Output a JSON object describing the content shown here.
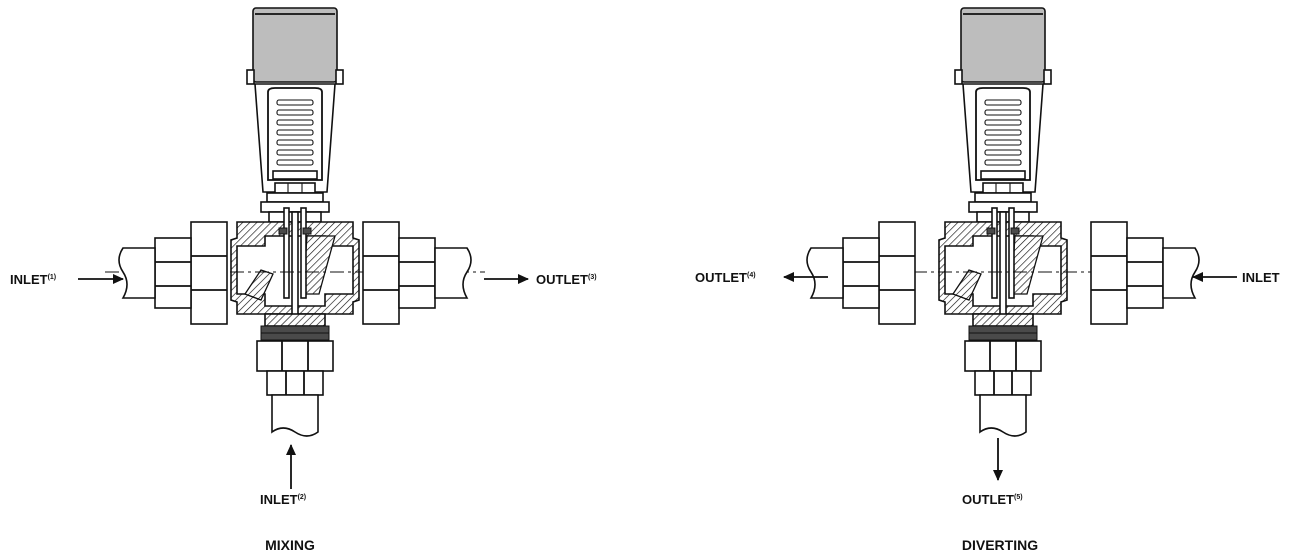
{
  "mixing": {
    "title": "MIXING",
    "inlet_left": {
      "text": "INLET",
      "sup": "(1)"
    },
    "outlet_right": {
      "text": "OUTLET",
      "sup": "(3)"
    },
    "inlet_bottom": {
      "text": "INLET",
      "sup": "(2)"
    }
  },
  "diverting": {
    "title": "DIVERTING",
    "outlet_left": {
      "text": "OUTLET",
      "sup": "(4)"
    },
    "inlet_right": {
      "text": "INLET"
    },
    "outlet_bottom": {
      "text": "OUTLET",
      "sup": "(5)"
    }
  },
  "colors": {
    "line": "#111111",
    "actuator_fill": "#bdbdbd",
    "shaded": "#4a4a4a",
    "background": "#ffffff"
  }
}
